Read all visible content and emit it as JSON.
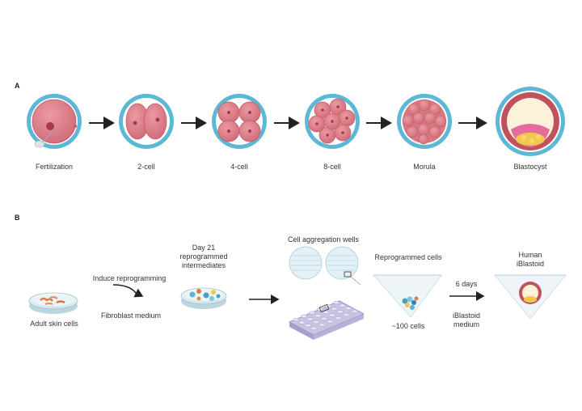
{
  "panel_a": {
    "letter": "A",
    "stages": [
      {
        "label": "Fertilization"
      },
      {
        "label": "2-cell"
      },
      {
        "label": "4-cell"
      },
      {
        "label": "8-cell"
      },
      {
        "label": "Morula"
      },
      {
        "label": "Blastocyst"
      }
    ]
  },
  "panel_b": {
    "letter": "B",
    "adult_skin_cells": "Adult skin cells",
    "induce_reprogramming": "Induce reprogramming",
    "fibroblast_medium": "Fibroblast medium",
    "day21_line1": "Day 21",
    "day21_line2": "reprogrammed",
    "day21_line3": "intermediates",
    "cell_aggregation_wells": "Cell aggregation wells",
    "reprogrammed_cells": "Reprogrammed cells",
    "hundred_cells": "~100 cells",
    "six_days": "6 days",
    "iblastoid_medium_line1": "iBlastoid",
    "iblastoid_medium_line2": "medium",
    "human_iblastoid_line1": "Human",
    "human_iblastoid_line2": "iBlastoid"
  },
  "colors": {
    "zona": "#6fc3dc",
    "cell_fill": "#e0858f",
    "cell_edge": "#c75c68",
    "nucleus": "#a43a4a",
    "blastocoel": "#fdf3d8",
    "icm": "#f1c84b",
    "dish": "#e4f1f6"
  }
}
